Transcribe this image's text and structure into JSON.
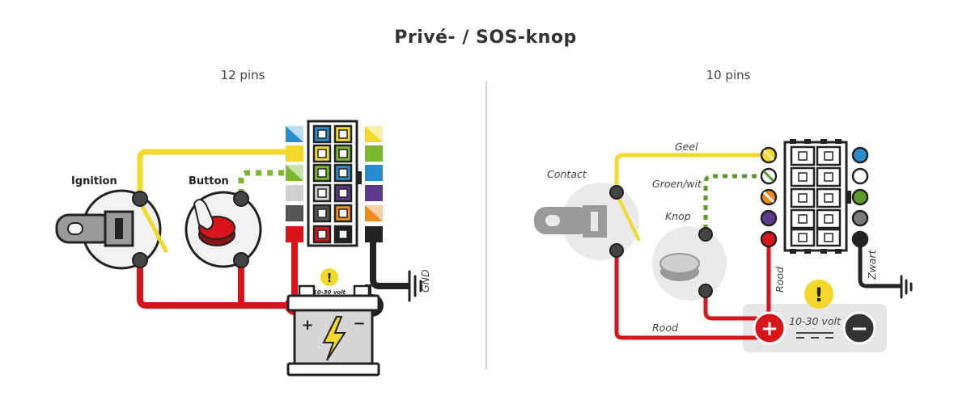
{
  "title": "Privé- / SOS-knop",
  "left": {
    "subtitle": "12 pins",
    "ignition_label": "Ignition",
    "button_label": "Button",
    "voltage_label": "10-30 volt",
    "gnd_label": "GND",
    "warning_symbol": "!",
    "battery_plus": "+",
    "battery_minus": "−"
  },
  "right": {
    "subtitle": "10 pins",
    "contact_label": "Contact",
    "knop_label": "Knop",
    "geel_label": "Geel",
    "groenwit_label": "Groen/wit",
    "rood_label_vertical": "Rood",
    "rood_label_bottom": "Rood",
    "zwart_label": "Zwart",
    "voltage_label": "10-30 volt",
    "warning_symbol": "!",
    "plus_symbol": "+",
    "minus_symbol": "−"
  },
  "colors": {
    "yellow": "#f4d92b",
    "red": "#d7141a",
    "green": "#7cb82f",
    "blue": "#2a8ccc",
    "purple": "#5b3a8c",
    "orange": "#ef8c1e",
    "grey": "#7a7a7a",
    "black": "#222222"
  }
}
